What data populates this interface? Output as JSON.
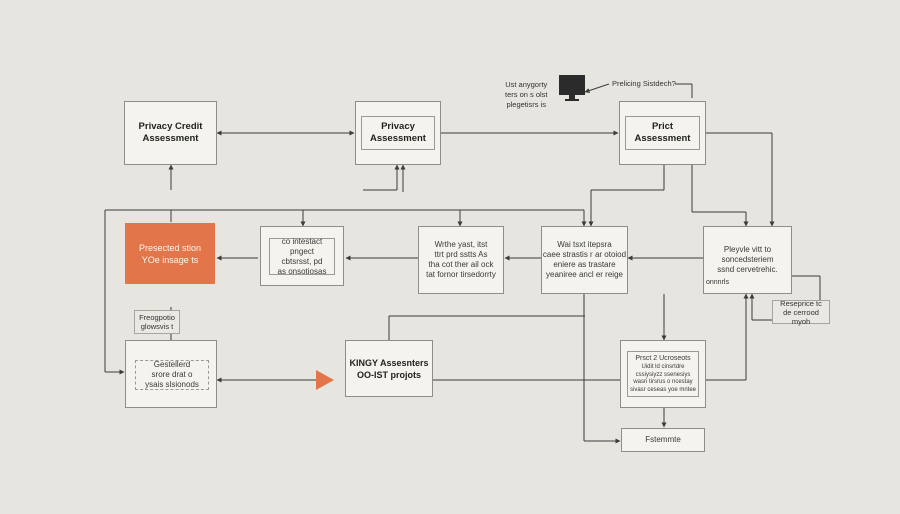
{
  "colors": {
    "background": "#e6e5e0",
    "box_fill": "#f4f3ee",
    "line": "#3c3c3c",
    "accent_orange": "#e2764a",
    "monitor": "#2b2b2b"
  },
  "icons": {
    "monitor": "monitor-icon",
    "play": "play-triangle-icon"
  },
  "nodes": {
    "privacy_credit": {
      "lines": [
        "Privacy Credit",
        "Assessment"
      ]
    },
    "privacy_assessment": {
      "lines": [
        "Privacy",
        "Assessment"
      ]
    },
    "project_assessment": {
      "lines": [
        "Prict Assessment"
      ]
    },
    "monitor_note": {
      "lines": [
        "Ust anygorty",
        "ters on s olst",
        "plegetisrs is"
      ]
    },
    "monitor_caption": "Prelicing Sistdech?",
    "orange_box": {
      "lines": [
        "Presected stion",
        "YOe insage ts"
      ]
    },
    "mid1": {
      "lines": [
        "co intestact pngect",
        "cbtsrsst, pd",
        "as onsotiosas"
      ]
    },
    "mid2": {
      "lines": [
        "Wrthe yast, itst",
        "ttrt prd  sstts As",
        "tha cot ther ail ock",
        "tat fornor tirsedorrty"
      ]
    },
    "mid3": {
      "lines": [
        "Wai tsxt itepsra",
        "caee strastis r ar otoiod",
        "eniere as trastare",
        "yeaniree  ancl er reige"
      ]
    },
    "right_mid": {
      "lines": [
        "Pleyvle vitt to",
        "soncedsteriem",
        "ssnd cervetrehic."
      ]
    },
    "right_small": "onnnrls",
    "left_tag": {
      "lines": [
        "Freogpotio",
        "glowsvis t"
      ]
    },
    "right_tag": {
      "lines": [
        "Reseprice tc",
        "de cerrood myoh"
      ]
    },
    "bottom_left": {
      "lines": [
        "Gestellerd",
        "srore drat o",
        "ysais slsionods"
      ]
    },
    "bottom_center": {
      "lines": [
        "KINGY  Assesnters",
        "OO-IST projots"
      ]
    },
    "bottom_right": {
      "lines": [
        "Prsct 2 Ucroseots",
        "Uidit ld cinsrtdre",
        "cssiysiyzz ssenesiys",
        "wasri  tirsrus o ncestay",
        "sivasr ceseas yoe mntee"
      ]
    },
    "bottom_small": "Fstemmte"
  }
}
